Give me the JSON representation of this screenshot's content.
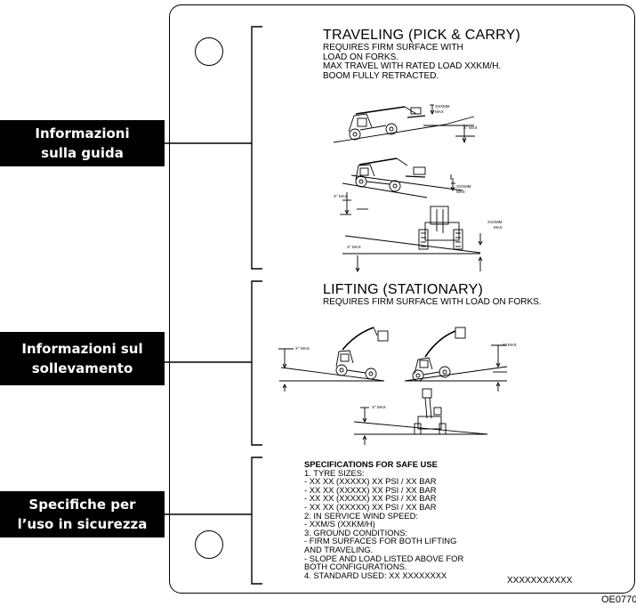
{
  "callouts": {
    "travel": "Informazioni\nsulla guida",
    "lift": "Informazioni sul\nsollevamento",
    "specs": "Specifiche per\nl’uso in sicurezza"
  },
  "traveling": {
    "title": "TRAVELING (PICK & CARRY)",
    "body": "REQUIRES FIRM SURFACE WITH\nLOAD ON FORKS.\nMAX TRAVEL WITH RATED LOAD XXKM/H.\nBOOM FULLY RETRACTED.",
    "dim_xxxmm": "XXXMM",
    "dim_max": "MAX",
    "dim_x_max": "X° MAX"
  },
  "lifting": {
    "title": "LIFTING (STATIONARY)",
    "body": "REQUIRES FIRM SURFACE WITH LOAD ON FORKS.",
    "dim_x_max": "X° MAX"
  },
  "specs": {
    "heading": "SPECIFICATIONS FOR SAFE USE",
    "body": "1. TYRE SIZES:\n   - XX XX (XXXXX)  XX PSI / XX BAR\n   - XX XX (XXXXX)  XX PSI / XX BAR\n   - XX XX (XXXXX)  XX PSI / XX BAR\n   - XX XX (XXXXX)  XX PSI / XX BAR\n2. IN SERVICE WIND SPEED:\n   - XXM/S (XXKM/H)\n3. GROUND CONDITIONS:\n   - FIRM SURFACES FOR BOTH LIFTING\n     AND TRAVELING.\n   - SLOPE AND LOAD LISTED ABOVE FOR\n     BOTH CONFIGURATIONS.\n4. STANDARD USED: XX XXXXXXXX",
    "code": "XXXXXXXXXXX"
  },
  "figure_code": "OE0770"
}
